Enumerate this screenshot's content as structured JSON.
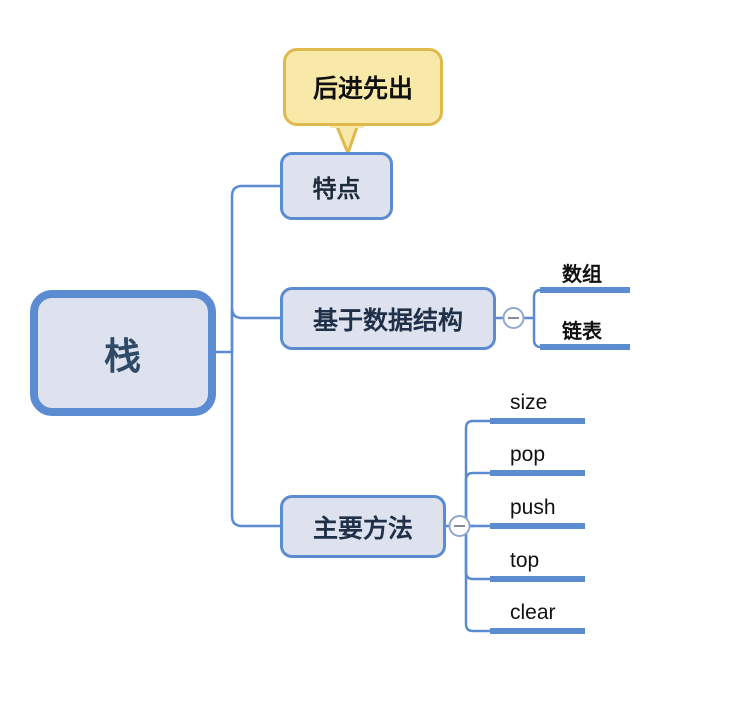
{
  "diagram": {
    "type": "mind-map",
    "title": "栈",
    "colors": {
      "node_fill": "#dde2ee",
      "node_border": "#5b8bd0",
      "connector": "#5b8bd0",
      "callout_fill": "#f8e9a8",
      "callout_border": "#e0b94e",
      "text": "#1d2b3a",
      "background": "#ffffff"
    },
    "root": {
      "label": "栈"
    },
    "callout": {
      "label": "后进先出",
      "attached_to": "特点"
    },
    "branches": [
      {
        "label": "特点",
        "collapse_toggle": null,
        "children": []
      },
      {
        "label": "基于数据结构",
        "collapse_toggle": "minus",
        "children": [
          {
            "label": "数组"
          },
          {
            "label": "链表"
          }
        ]
      },
      {
        "label": "主要方法",
        "collapse_toggle": "minus",
        "children": [
          {
            "label": "size"
          },
          {
            "label": "pop"
          },
          {
            "label": "push"
          },
          {
            "label": "top"
          },
          {
            "label": "clear"
          }
        ]
      }
    ]
  }
}
